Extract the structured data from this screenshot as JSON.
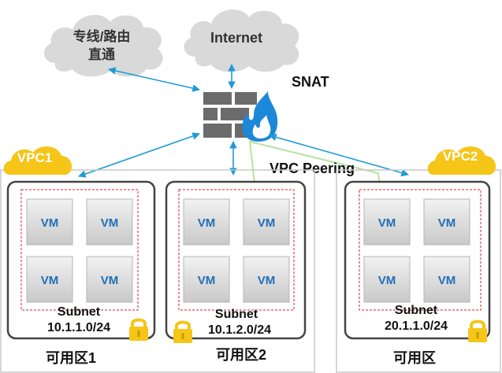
{
  "clouds": {
    "private_line": [
      "专线/路由",
      "直通"
    ],
    "internet": "Internet"
  },
  "labels": {
    "snat": "SNAT",
    "vpc_peering": "VPC Peering"
  },
  "vpcs": [
    {
      "tag": "VPC1",
      "zones": [
        {
          "name": "可用区1",
          "subnet_title": "Subnet",
          "subnet_cidr": "10.1.1.0/24",
          "vms": [
            "VM",
            "VM",
            "VM",
            "VM"
          ]
        },
        {
          "name": "可用区2",
          "subnet_title": "Subnet",
          "subnet_cidr": "10.1.2.0/24",
          "vms": [
            "VM",
            "VM",
            "VM",
            "VM"
          ]
        }
      ]
    },
    {
      "tag": "VPC2",
      "zones": [
        {
          "name": "可用区",
          "subnet_title": "Subnet",
          "subnet_cidr": "20.1.1.0/24",
          "vms": [
            "VM",
            "VM",
            "VM",
            "VM"
          ]
        }
      ]
    }
  ],
  "colors": {
    "cloud": "#d9d9d9",
    "vpc_badge": "#f5c518",
    "arrow": "#1e9bd7",
    "peering_line": "#b7e3a0",
    "subnet_border": "#d9202c",
    "vm_text": "#1f6fb7",
    "firewall": "#6b6b6b",
    "flame": "#1e88d8"
  }
}
